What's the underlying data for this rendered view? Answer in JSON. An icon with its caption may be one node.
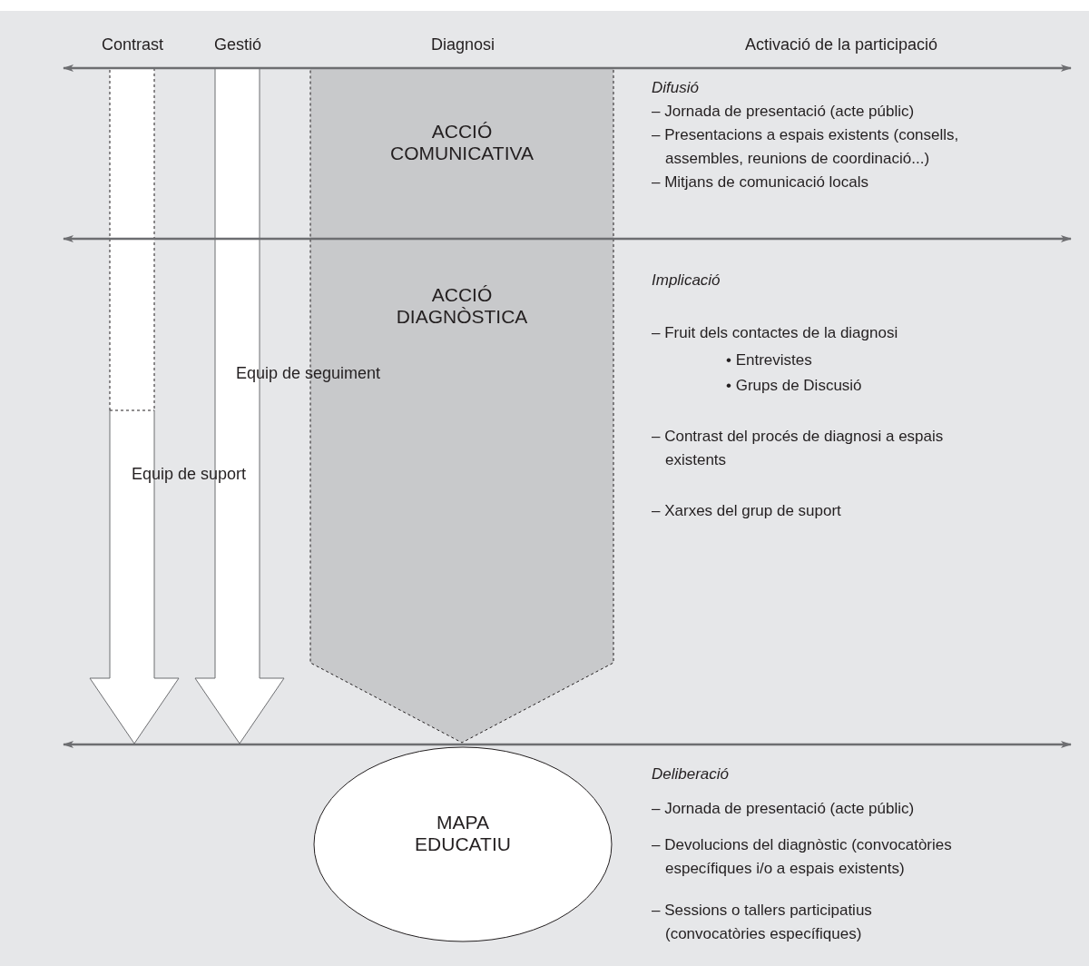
{
  "diagram": {
    "nodes": [
      {
        "text": [
          "Equip de suport"
        ]
      },
      {
        "text": [
          "Equip de seguiment"
        ]
      },
      {
        "text": [
          "ACCIÓ COMUNICATIVA",
          "ACCIÓ DIAGNÒSTICA"
        ]
      },
      {
        "text": [
          "MAPA EDUCATIU"
        ]
      }
    ],
    "labels": [
      "Contrast",
      "Gestió",
      "Diagnosi",
      "Activació de la participació",
      "Difusió",
      "– Jornada de presentació (acte públic)",
      "– Presentacions a espais existents (consells, assembles, reunions de coordinació...)",
      "– Mitjans de comunicació locals",
      "Implicació",
      "– Fruit dels contactes de la diagnosi",
      "• Entrevistes",
      "• Grups de Discusió",
      "– Contrast del procés de diagnosi a espais existents",
      "– Xarxes del grup de suport",
      "Deliberació",
      "– Jornada de presentació (acte públic)",
      "– Devolucions del diagnòstic (convocatòries específiques i/o a espais existents)",
      "– Sessions o tallers participatius (convocatòries específiques)"
    ]
  }
}
